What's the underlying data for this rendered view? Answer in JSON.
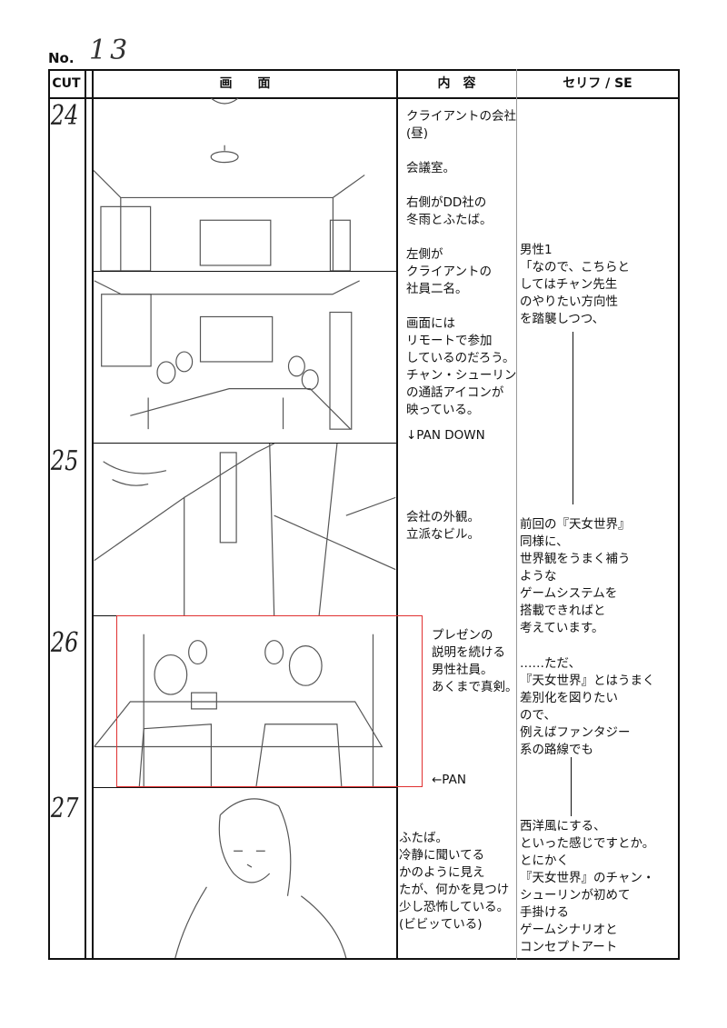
{
  "sheet": {
    "no_label": "No.",
    "no_value": "13"
  },
  "headers": {
    "cut": "CUT",
    "screen": "画　　面",
    "content": "内　容",
    "dialogue": "セリフ / SE"
  },
  "cuts": [
    {
      "number": "24",
      "content": "クライアントの会社\n(昼)\n\n会議室。\n\n右側がDD社の\n冬雨とふたば。\n\n左側が\nクライアントの\n社員二名。\n\n画面には\nリモートで参加\nしているのだろう。\nチャン・シューリン\nの通話アイコンが\n映っている。",
      "camera": "↓PAN DOWN"
    },
    {
      "number": "25",
      "content": "会社の外観。\n立派なビル。"
    },
    {
      "number": "26",
      "content": "プレゼンの\n説明を続ける\n男性社員。\nあくまで真剣。",
      "camera": "←PAN"
    },
    {
      "number": "27",
      "content": "ふたば。\n冷静に聞いてる\nかのように見え\nたが、何かを見つけ\n少し恐怖している。\n(ビビッている)"
    }
  ],
  "dialogue": [
    "男性1\n「なので、こちらと\nしてはチャン先生\nのやりたい方向性\nを踏襲しつつ、",
    "前回の『天女世界』\n同様に、\n世界観をうまく補う\nような\nゲームシステムを\n搭載できればと\n考えています。",
    "……ただ、\n『天女世界』とはうまく\n差別化を図りたい\nので、\n例えばファンタジー\n系の路線でも",
    "西洋風にする、\nといった感じですとか。\nとにかく\n『天女世界』のチャン・\nシューリンが初めて\n手掛ける\nゲームシナリオと\nコンセプトアート"
  ],
  "colors": {
    "frame_line": "#111111",
    "pan_frame": "#e03030"
  }
}
